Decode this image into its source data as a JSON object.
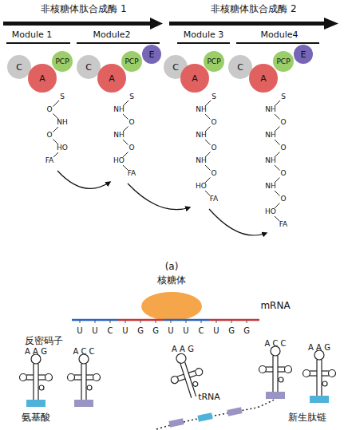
{
  "diagram": {
    "nodes": [
      {
        "text": [
          "C"
        ]
      },
      {
        "text": [
          "A"
        ]
      },
      {
        "text": [
          "PCP"
        ]
      },
      {
        "text": [
          "C"
        ]
      },
      {
        "text": [
          "A"
        ]
      },
      {
        "text": [
          "PCP"
        ]
      },
      {
        "text": [
          "E"
        ]
      },
      {
        "text": [
          "C"
        ]
      },
      {
        "text": [
          "A"
        ]
      },
      {
        "text": [
          "PCP"
        ]
      },
      {
        "text": [
          "C"
        ]
      },
      {
        "text": [
          "A"
        ]
      },
      {
        "text": [
          "PCP"
        ]
      },
      {
        "text": [
          "E"
        ]
      }
    ],
    "labels": [
      "非核糖体肽合成酶 1",
      "非核糖体肽合成酶 2",
      "Module 1",
      "Module2",
      "Module 3",
      "Module4",
      "S",
      "O",
      "NH",
      "O",
      "HO",
      "FA",
      "S",
      "NH",
      "O",
      "NH",
      "O",
      "HO",
      "FA",
      "S",
      "NH",
      "O",
      "NH",
      "O",
      "NH",
      "O",
      "HO",
      "FA",
      "S",
      "NH",
      "O",
      "NH",
      "O",
      "NH",
      "O",
      "NH",
      "O",
      "HO",
      "FA",
      "(a)",
      "核糖体",
      "mRNA",
      "U",
      "U",
      "C",
      "U",
      "G",
      "G",
      "U",
      "U",
      "C",
      "U",
      "G",
      "G",
      "反密码子",
      "A A G",
      "A C C",
      "氨基酸",
      "tRNA",
      "A A G",
      "A C C",
      "A A G",
      "新生肽链"
    ]
  }
}
